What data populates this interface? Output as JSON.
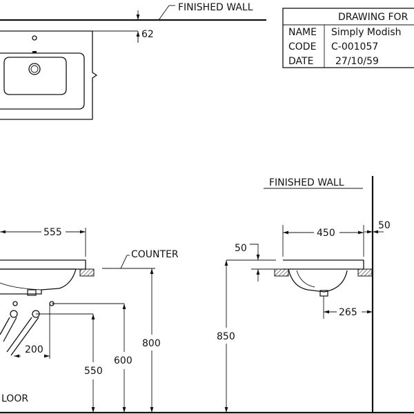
{
  "title_block": {
    "header": "DRAWING FOR",
    "rows": [
      {
        "key": "NAME",
        "value": "Simply Modish"
      },
      {
        "key": "CODE",
        "value": "C-001057"
      },
      {
        "key": "DATE",
        "value": "27/10/59"
      }
    ]
  },
  "labels": {
    "finished_wall_top": "FINISHED WALL",
    "finished_wall_side": "FINISHED WALL",
    "counter": "COUNTER",
    "floor": "LOOR"
  },
  "dimensions": {
    "top_offset": "62",
    "front_width": "555",
    "front_trap_spacing": "200",
    "front_height_550": "550",
    "front_height_600": "600",
    "front_height_800": "800",
    "side_height_850": "850",
    "side_depth": "450",
    "side_wall_gap": "50",
    "side_rim": "50",
    "side_drain": "265"
  }
}
